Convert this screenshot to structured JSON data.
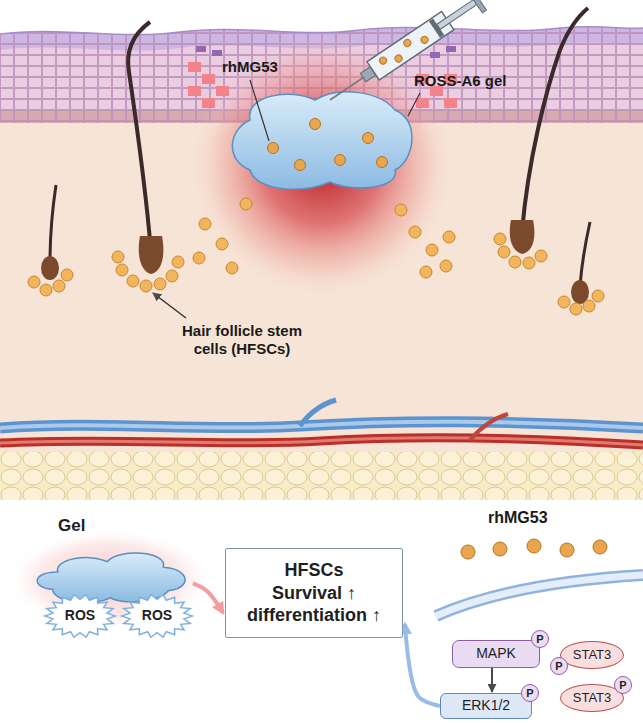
{
  "diagram": {
    "nodes": [
      {
        "text": [
          "Gel"
        ]
      },
      {
        "text": [
          "ROS"
        ]
      },
      {
        "text": [
          "ROS"
        ]
      },
      {
        "text": [
          "HFSCs",
          "Survival ↑",
          "differentiation ↑"
        ]
      },
      {
        "text": [
          "MAPK"
        ]
      },
      {
        "text": [
          "P"
        ]
      },
      {
        "text": [
          "STAT3"
        ]
      },
      {
        "text": [
          "P"
        ]
      },
      {
        "text": [
          "ERK1/2"
        ]
      },
      {
        "text": [
          "P"
        ]
      },
      {
        "text": [
          "STAT3"
        ]
      },
      {
        "text": [
          "P"
        ]
      }
    ],
    "edges": [
      {
        "from": 0,
        "to": 3,
        "arrow": "to"
      },
      {
        "from": 8,
        "to": 3,
        "arrow": "to"
      },
      {
        "from": 4,
        "to": 8,
        "arrow": "to"
      }
    ],
    "labels": [
      "rhMG53",
      "ROSS-A6 gel",
      "Hair follicle stem cells (HFSCs)",
      "rhMG53"
    ]
  }
}
